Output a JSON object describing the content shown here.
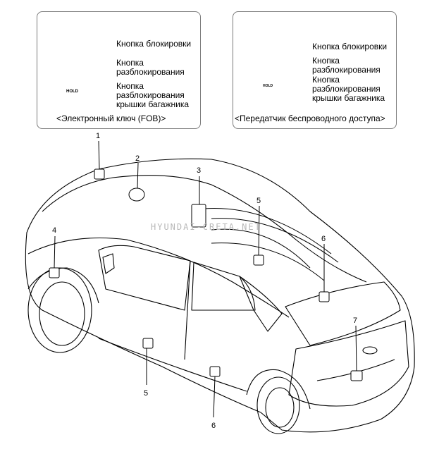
{
  "fob_panel": {
    "caption": "<Электронный ключ (FOB)>",
    "labels": {
      "lock": "Кнопка блокировки",
      "unlock": "Кнопка\nразблокирования",
      "trunk": "Кнопка\nразблокирования\nкрышки багажника"
    }
  },
  "transmitter_panel": {
    "caption": "<Передатчик беспроводного доступа>",
    "labels": {
      "lock": "Кнопка блокировки",
      "unlock": "Кнопка\nразблокирования",
      "trunk": "Кнопка\nразблокирования\nкрышки багажника"
    }
  },
  "button_text": {
    "hold": "HOLD"
  },
  "watermark": "HYUNDAI-CRETA.NET",
  "callouts": [
    "1",
    "2",
    "3",
    "4",
    "5",
    "5",
    "6",
    "6",
    "7"
  ]
}
